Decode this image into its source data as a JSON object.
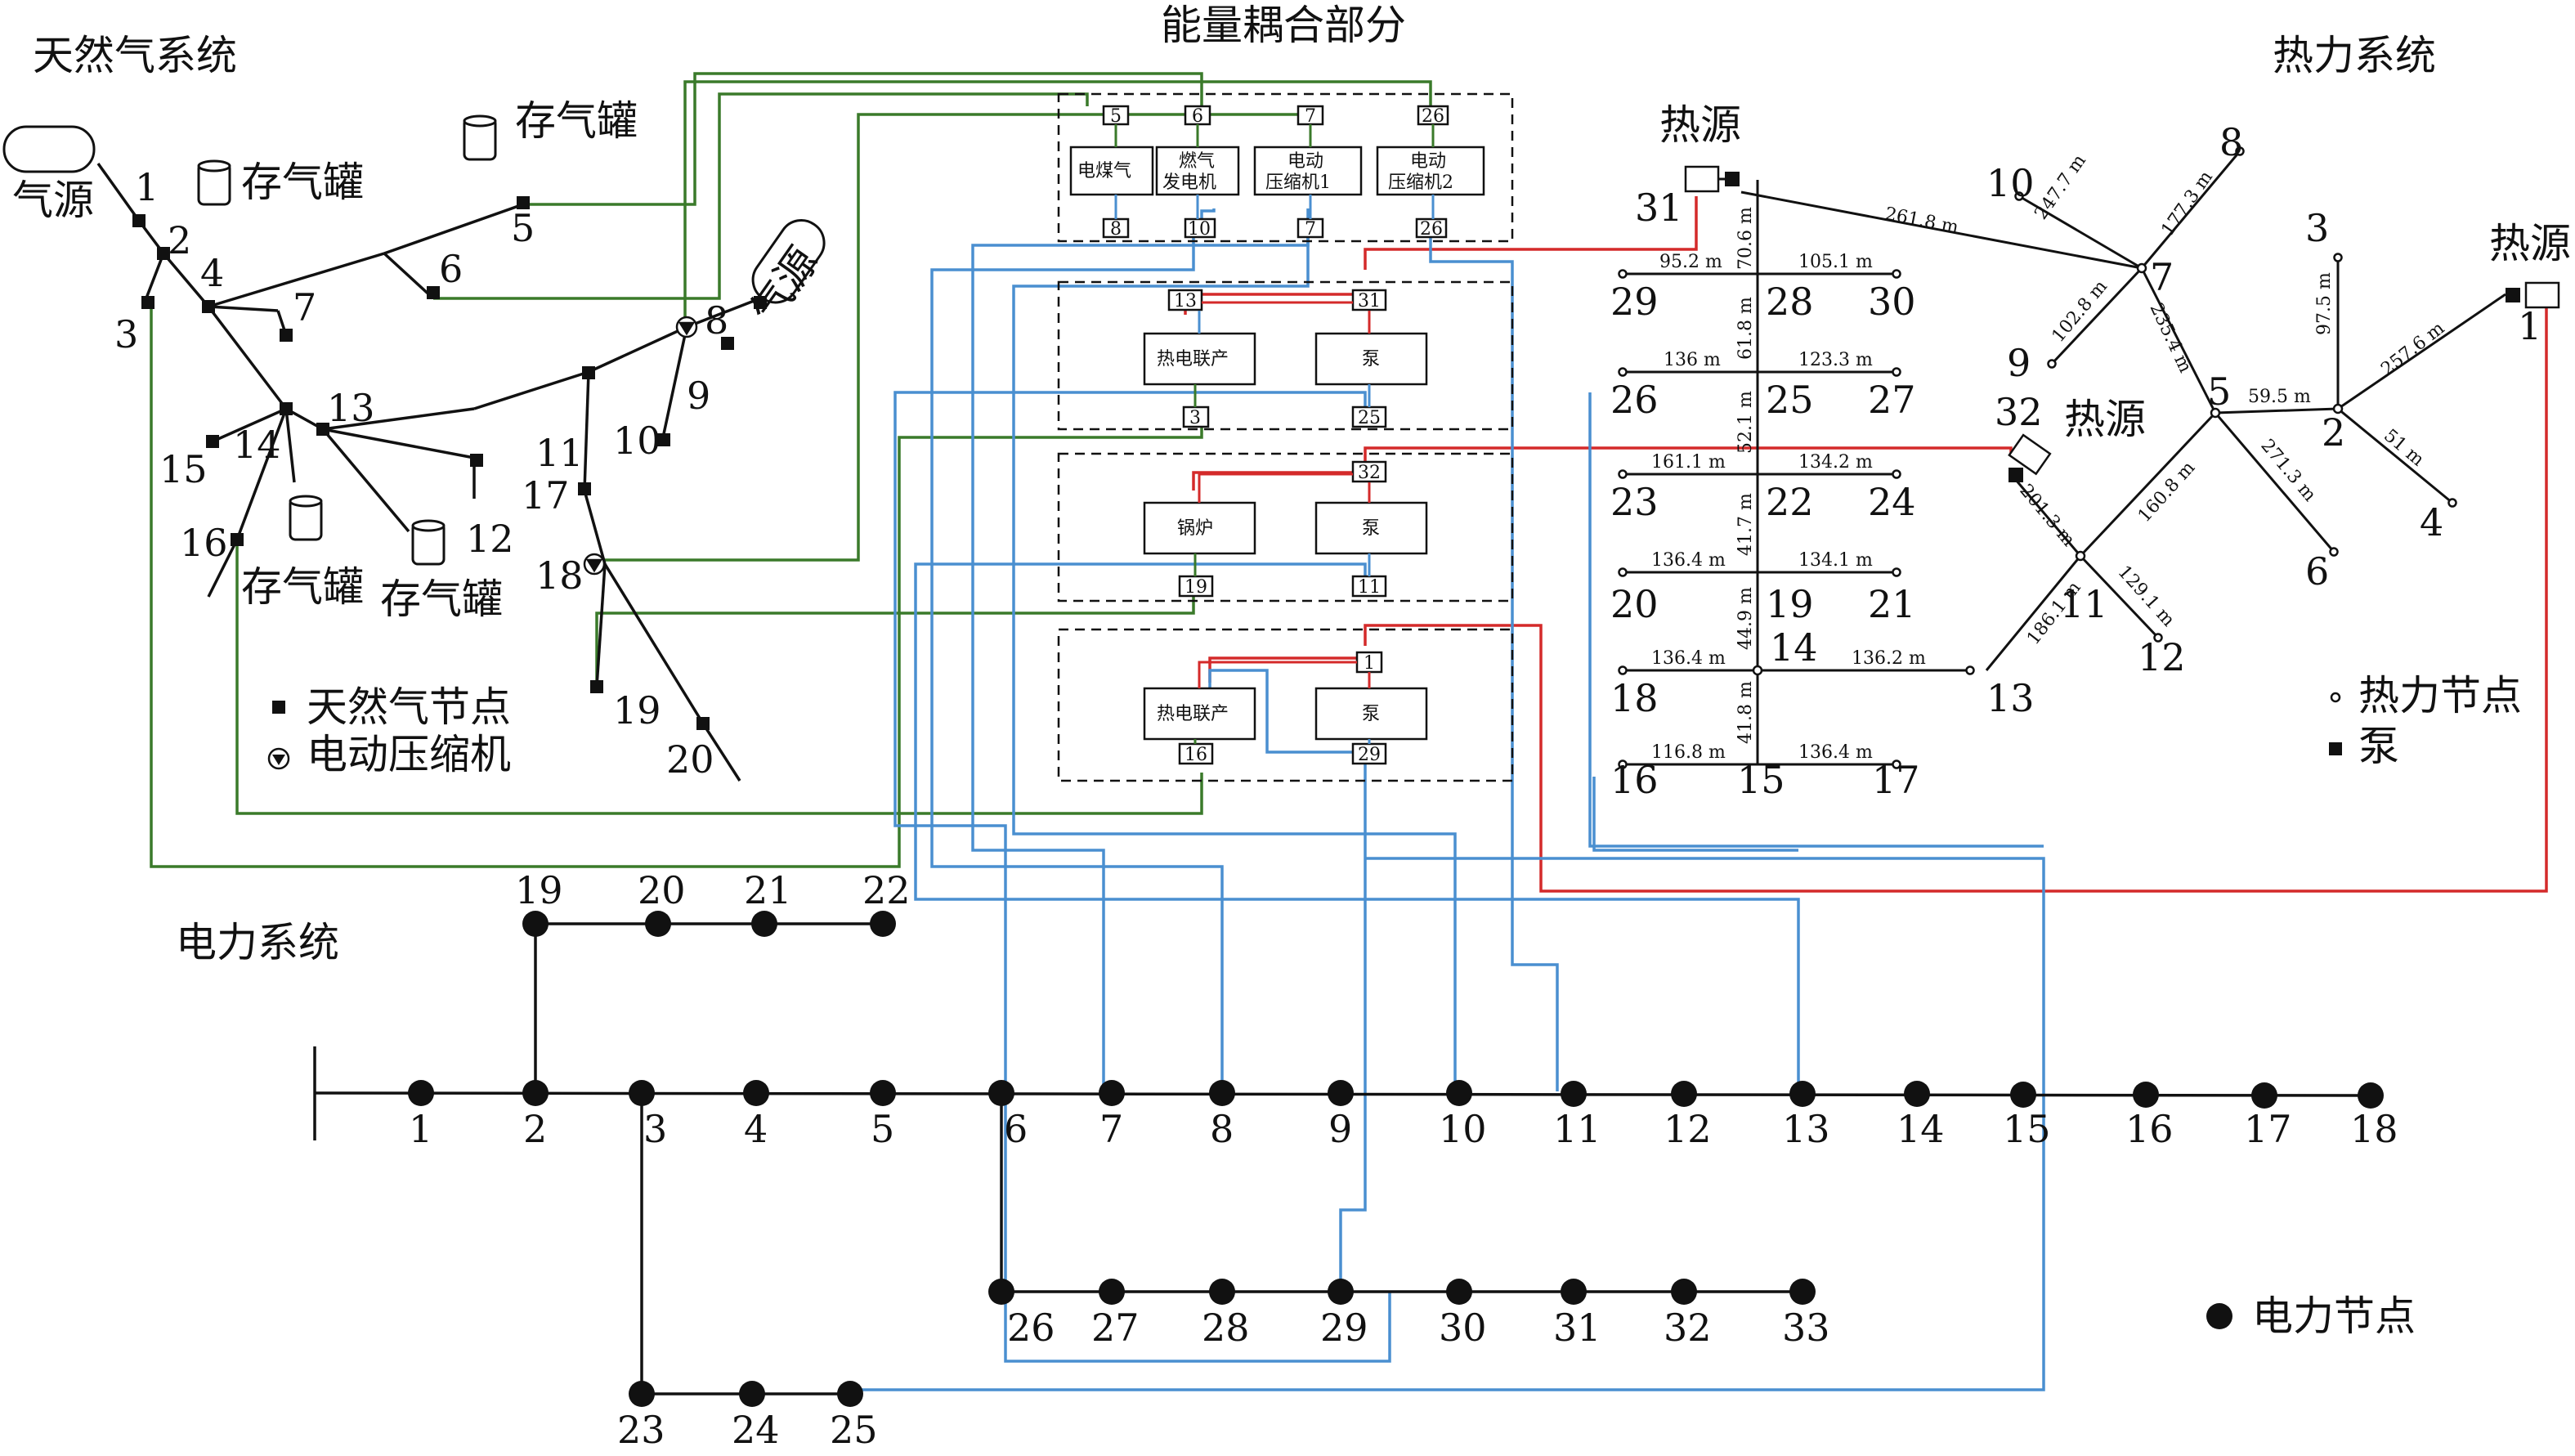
{
  "titles": {
    "gas": "天然气系统",
    "coupling": "能量耦合部分",
    "heat": "热力系统",
    "power": "电力系统"
  },
  "gas": {
    "source_label": "气源",
    "storage_label": "存气罐",
    "nodes": [
      "1",
      "2",
      "3",
      "4",
      "5",
      "6",
      "7",
      "8",
      "9",
      "10",
      "11",
      "12",
      "13",
      "14",
      "15",
      "16",
      "17",
      "18",
      "19",
      "20"
    ],
    "legend_node": "天然气节点",
    "legend_compressor": "电动压缩机"
  },
  "coupling": {
    "group1": {
      "units": [
        "电煤气",
        "燃气发电机",
        "电动压缩机1",
        "电动压缩机2"
      ],
      "unit_lines": [
        [
          "电煤气"
        ],
        [
          "燃气",
          "发电机"
        ],
        [
          "电动",
          "压缩机1"
        ],
        [
          "电动",
          "压缩机2"
        ]
      ],
      "top_ports": [
        "5",
        "6",
        "7",
        "26"
      ],
      "bottom_ports": [
        "8",
        "10",
        "7",
        "26"
      ]
    },
    "group2": {
      "left": "热电联产",
      "right": "泵",
      "top_ports": [
        "13",
        "31"
      ],
      "bottom_ports": [
        "3",
        "25"
      ]
    },
    "group3": {
      "left": "锅炉",
      "right": "泵",
      "top_ports": [
        "32"
      ],
      "bottom_ports": [
        "19",
        "11"
      ]
    },
    "group4": {
      "left": "热电联产",
      "right": "泵",
      "top_ports": [
        "1"
      ],
      "bottom_ports": [
        "16",
        "29"
      ]
    }
  },
  "heat": {
    "heat_source": "热源",
    "nodes": [
      "1",
      "2",
      "3",
      "4",
      "5",
      "6",
      "7",
      "8",
      "9",
      "10",
      "11",
      "12",
      "13",
      "14",
      "15",
      "16",
      "17",
      "18",
      "19",
      "20",
      "21",
      "22",
      "23",
      "24",
      "25",
      "26",
      "27",
      "28",
      "29",
      "30",
      "31",
      "32"
    ],
    "pipe_lengths": [
      "261.8 m",
      "95.2 m",
      "105.1 m",
      "70.6 m",
      "136 m",
      "123.3 m",
      "61.8 m",
      "52.1 m",
      "161.1 m",
      "134.2 m",
      "41.7 m",
      "136.4 m",
      "134.1 m",
      "44.9 m",
      "136.4 m",
      "136.2 m",
      "41.8 m",
      "116.8 m",
      "136.4 m",
      "247.7 m",
      "177.3 m",
      "102.8 m",
      "235.4 m",
      "59.5 m",
      "257.6 m",
      "97.5 m",
      "51 m",
      "271.3 m",
      "160.8 m",
      "201.3 m",
      "129.1 m",
      "186.1 m"
    ],
    "legend_node": "热力节点",
    "legend_pump": "泵"
  },
  "power": {
    "main_nodes": [
      "1",
      "2",
      "3",
      "4",
      "5",
      "6",
      "7",
      "8",
      "9",
      "10",
      "11",
      "12",
      "13",
      "14",
      "15",
      "16",
      "17",
      "18"
    ],
    "branch_top": [
      "19",
      "20",
      "21",
      "22"
    ],
    "branch_mid": [
      "26",
      "27",
      "28",
      "29",
      "30",
      "31",
      "32",
      "33"
    ],
    "branch_low": [
      "23",
      "24",
      "25"
    ],
    "legend_node": "电力节点"
  },
  "colors": {
    "gas_link": "#3a7a2a",
    "heat_link": "#d42a2a",
    "power_link": "#4a8fd0",
    "line": "#111111"
  }
}
